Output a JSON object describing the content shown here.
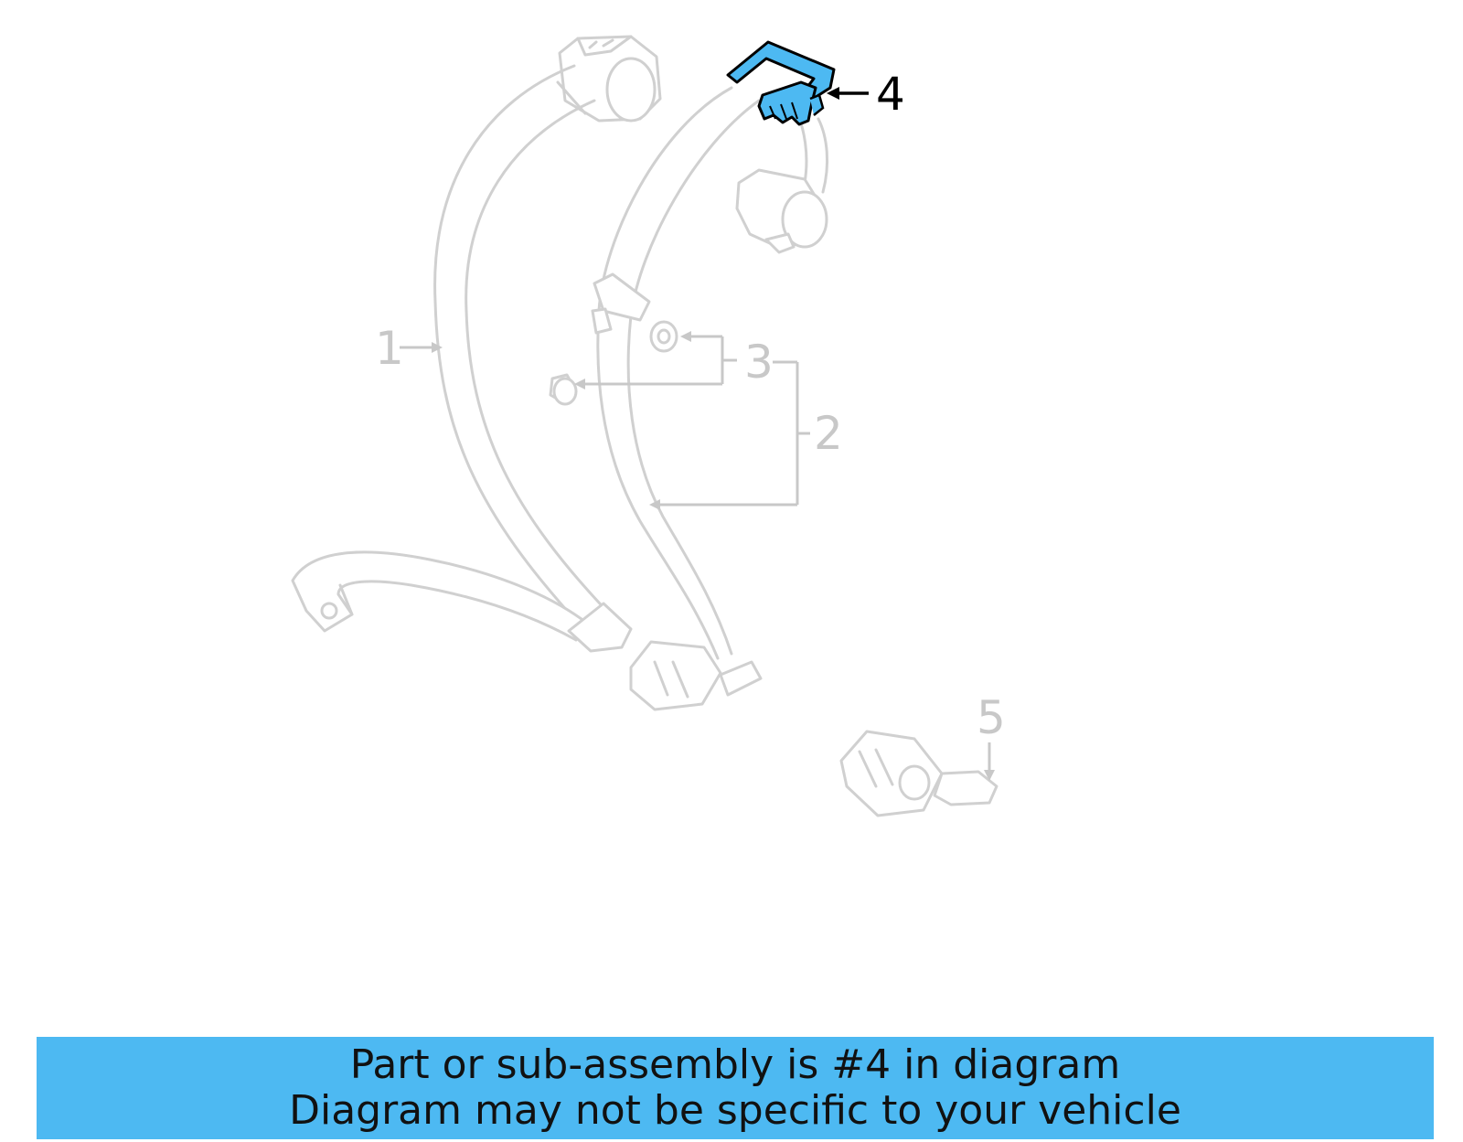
{
  "diagram": {
    "callouts": [
      {
        "number": "1",
        "highlighted": false
      },
      {
        "number": "2",
        "highlighted": false
      },
      {
        "number": "3",
        "highlighted": false
      },
      {
        "number": "4",
        "highlighted": true
      },
      {
        "number": "5",
        "highlighted": false
      }
    ],
    "highlighted_part": "4",
    "colors": {
      "highlight": "#4db9f2",
      "ghost_line": "#d0d0d0",
      "banner": "#4db9f2"
    }
  },
  "banner": {
    "line1": "Part or sub-assembly is #4 in diagram",
    "line2": "Diagram may not be specific to your vehicle"
  }
}
